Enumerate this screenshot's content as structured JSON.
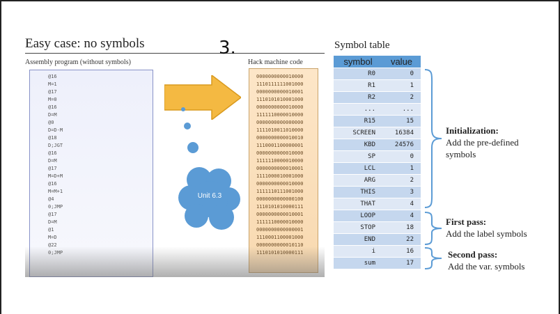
{
  "slide": {
    "title": "Easy case: no symbols",
    "handwritten_mark": "3.",
    "assembly_heading": "Assembly program (without symbols)",
    "hack_heading": "Hack machine code",
    "unit_label": "Unit 6.3",
    "assembly_lines": [
      "@16",
      "M=1",
      "@17",
      "M=0",
      "@16",
      "D=M",
      "@0",
      "D=D-M",
      "@18",
      "D;JGT",
      "@16",
      "D=M",
      "@17",
      "M=D+M",
      "@16",
      "M=M+1",
      "@4",
      "0;JMP",
      "@17",
      "D=M",
      "@1",
      "M=D",
      "@22",
      "0;JMP"
    ],
    "hack_lines": [
      "0000000000010000",
      "1110111111001000",
      "0000000000010001",
      "1110101010001000",
      "0000000000010000",
      "1111110000010000",
      "0000000000000000",
      "1111010011010000",
      "0000000000010010",
      "1110001100000001",
      "0000000000010000",
      "1111110000010000",
      "0000000000010001",
      "1111000010001000",
      "0000000000010000",
      "1111110111001000",
      "0000000000000100",
      "1110101010000111",
      "0000000000010001",
      "1111110000010000",
      "0000000000000001",
      "1110001100001000",
      "0000000000010110",
      "1110101010000111"
    ]
  },
  "symbol_table": {
    "title": "Symbol table",
    "header": {
      "symbol": "symbol",
      "value": "value"
    },
    "rows": [
      {
        "symbol": "R0",
        "value": "0"
      },
      {
        "symbol": "R1",
        "value": "1"
      },
      {
        "symbol": "R2",
        "value": "2"
      },
      {
        "symbol": "...",
        "value": "..."
      },
      {
        "symbol": "R15",
        "value": "15"
      },
      {
        "symbol": "SCREEN",
        "value": "16384"
      },
      {
        "symbol": "KBD",
        "value": "24576"
      },
      {
        "symbol": "SP",
        "value": "0"
      },
      {
        "symbol": "LCL",
        "value": "1"
      },
      {
        "symbol": "ARG",
        "value": "2"
      },
      {
        "symbol": "THIS",
        "value": "3"
      },
      {
        "symbol": "THAT",
        "value": "4"
      },
      {
        "symbol": "LOOP",
        "value": "4"
      },
      {
        "symbol": "STOP",
        "value": "18"
      },
      {
        "symbol": "END",
        "value": "22"
      },
      {
        "symbol": "i",
        "value": "16"
      },
      {
        "symbol": "sum",
        "value": "17"
      }
    ]
  },
  "notes": {
    "initialization": {
      "title": "Initialization:",
      "line1": "Add the pre-defined",
      "line2": "symbols"
    },
    "first_pass": {
      "title": "First pass:",
      "text": "Add the label symbols"
    },
    "second_pass": {
      "title": "Second pass:",
      "text": "Add the var. symbols"
    }
  },
  "colors": {
    "accent": "#5b9bd5",
    "arrow": "#f4b942",
    "hack_bg": "#f8d9b0"
  }
}
